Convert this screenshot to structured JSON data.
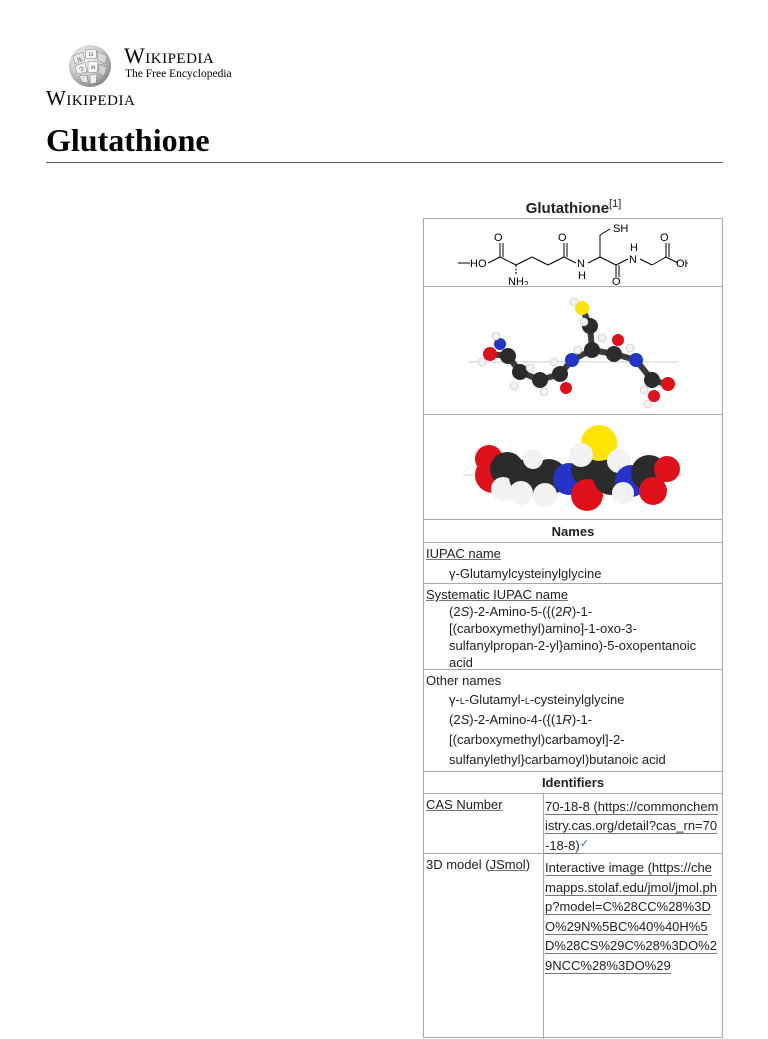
{
  "header": {
    "wordmark_title": "Wikipedia",
    "wordmark_tagline": "The Free Encyclopedia",
    "site_name": "Wikipedia",
    "page_title": "Glutathione"
  },
  "infobox": {
    "caption": "Glutathione",
    "caption_ref": "[1]",
    "structure_labels": {
      "sh": "SH",
      "ho": "HO",
      "oh": "OH",
      "nh2": "NH",
      "nh2_sub": "2",
      "n1": "N",
      "h1": "H",
      "n2": "N",
      "h2": "H",
      "o": "O"
    },
    "names_header": "Names",
    "iupac_name_label": "IUPAC name",
    "iupac_name_value": "γ-Glutamylcysteinylglycine",
    "systematic_label": "Systematic IUPAC name",
    "systematic_value_prefix": "(2",
    "systematic_value_s": "S",
    "systematic_value_mid": ")-2-Amino-5-({(2",
    "systematic_value_r": "R",
    "systematic_value_rest": ")-1-[(carboxymethyl)amino]-1-oxo-3-sulfanylpropan-2-yl}amino)-5-oxopentanoic acid",
    "other_names_label": "Other names",
    "other_name_1_a": "γ-",
    "other_name_1_l1": "l",
    "other_name_1_b": "-Glutamyl-",
    "other_name_1_l2": "l",
    "other_name_1_c": "-cysteinylglycine",
    "other_name_2_a": "(2",
    "other_name_2_s": "S",
    "other_name_2_b": ")-2-Amino-4-({(1",
    "other_name_2_r": "R",
    "other_name_2_c": ")-1-",
    "other_name_2_line2": "[(carboxymethyl)carbamoyl]-2-",
    "other_name_2_line3": "sulfanylethyl}carbamoyl)butanoic acid",
    "identifiers_header": "Identifiers",
    "cas_label": "CAS Number",
    "cas_value": "70-18-8 (https://commonchemistry.cas.org/detail?cas_rn=70-18-8)",
    "cas_check": "✓",
    "model_label_a": "3D model (",
    "model_label_link": "JSmol",
    "model_label_b": ")",
    "model_value": "Interactive image (https://chemapps.stolaf.edu/jmol/jmol.php?model=C%28CC%28%3DO%29N%5BC%40%40H%5D%28CS%29C%28%3DO%29NCC%28%3DO%29"
  },
  "colors": {
    "carbon": "#2b2b2b",
    "oxygen": "#e0101a",
    "nitrogen": "#2433c8",
    "sulfur": "#ffe400",
    "hydrogen": "#f2f2f2",
    "border": "#a2a9b1"
  }
}
